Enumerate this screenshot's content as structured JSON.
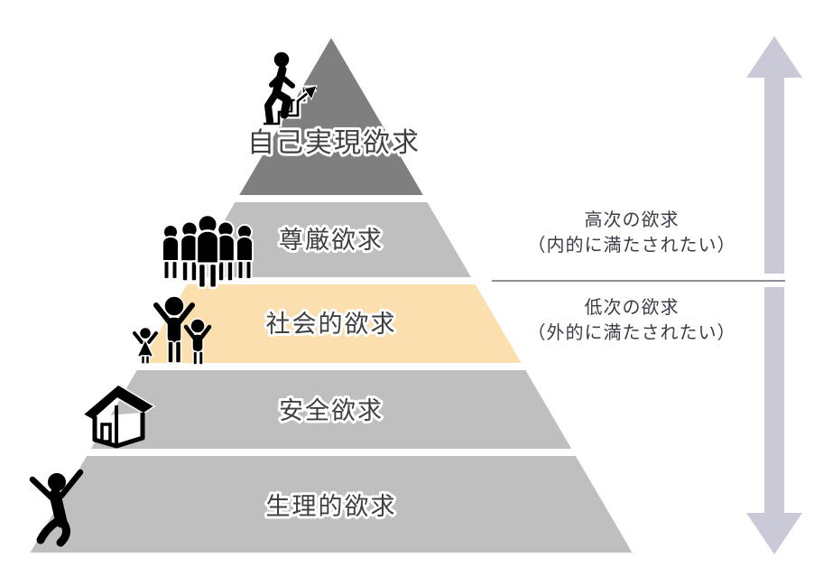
{
  "pyramid": {
    "levels": [
      {
        "label": "自己実現欲求",
        "color": "#7f7f7f",
        "icon": "climbing-stairs-icon",
        "highlighted": false
      },
      {
        "label": "尊厳欲求",
        "color": "#bfbfbf",
        "icon": "people-group-icon",
        "highlighted": false
      },
      {
        "label": "社会的欲求",
        "color": "#fbdfae",
        "icon": "family-icon",
        "highlighted": true
      },
      {
        "label": "安全欲求",
        "color": "#bfbfbf",
        "icon": "house-icon",
        "highlighted": false
      },
      {
        "label": "生理的欲求",
        "color": "#bfbfbf",
        "icon": "jumping-person-icon",
        "highlighted": false
      }
    ]
  },
  "annotations": {
    "higher": {
      "line1": "高次の欲求",
      "line2": "（内的に満たされたい）"
    },
    "lower": {
      "line1": "低次の欲求",
      "line2": "（外的に満たされたい）"
    }
  },
  "colors": {
    "level_dark": "#7f7f7f",
    "level_gray": "#bfbfbf",
    "level_highlight": "#fbdfae",
    "arrow": "#c9c9d8",
    "label_text": "#3f3f3f",
    "annotation_text": "#3d3d49",
    "icon_black": "#000000"
  }
}
